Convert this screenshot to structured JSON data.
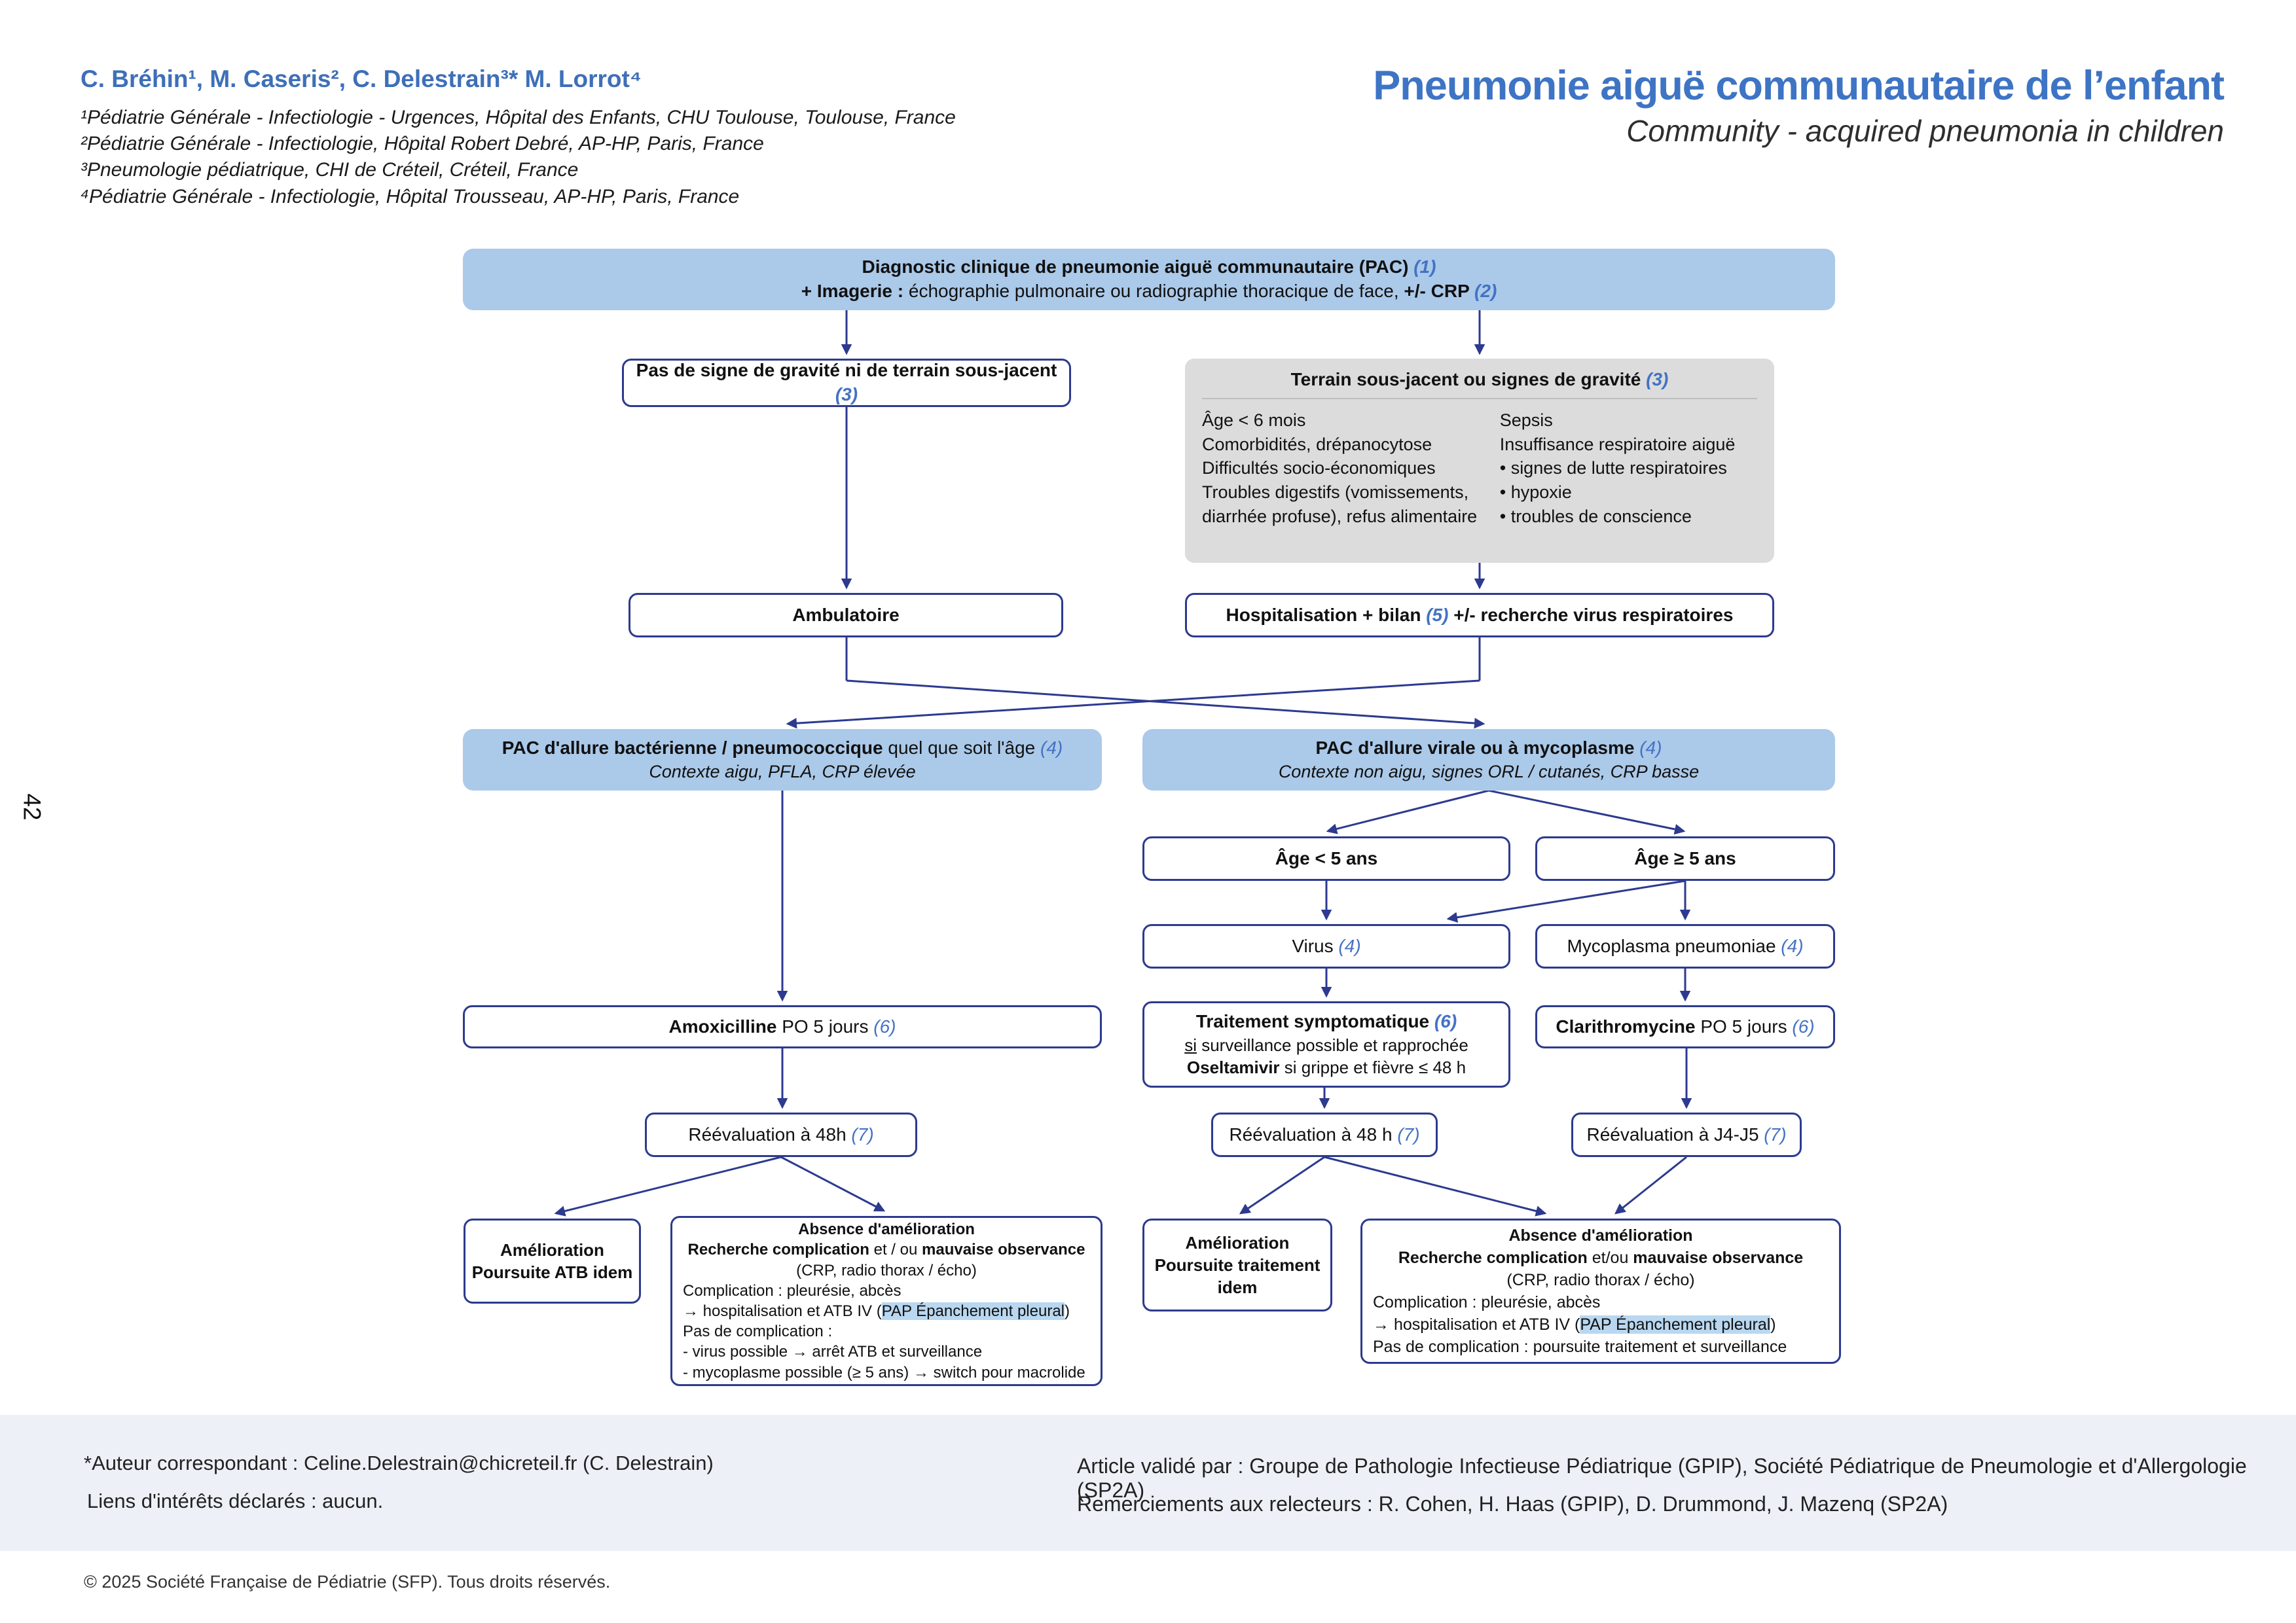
{
  "header": {
    "authors": "C. Bréhin¹, M. Caseris², C. Delestrain³* M. Lorrot⁴",
    "affiliations": [
      "¹Pédiatrie Générale - Infectiologie - Urgences, Hôpital des Enfants, CHU Toulouse, Toulouse, France",
      "²Pédiatrie Générale - Infectiologie, Hôpital Robert Debré, AP-HP, Paris, France",
      "³Pneumologie pédiatrique, CHI de Créteil, Créteil, France",
      "⁴Pédiatrie Générale - Infectiologie, Hôpital Trousseau, AP-HP, Paris, France"
    ],
    "title": "Pneumonie aiguë communautaire de l’enfant",
    "subtitle": "Community - acquired pneumonia in children"
  },
  "page_number": "42",
  "flow": {
    "diagnostic": {
      "l1": "Diagnostic clinique de pneumonie aiguë communautaire (PAC) ",
      "l1_ref": "(1)",
      "l2_b1": "+ Imagerie :",
      "l2_t1": " échographie pulmonaire ou radiographie thoracique de face, ",
      "l2_b2": "+/- CRP ",
      "l2_ref": "(2)"
    },
    "no_severity": {
      "text": "Pas de signe de gravité ni de terrain sous-jacent ",
      "ref": "(3)"
    },
    "severity": {
      "title": "Terrain sous-jacent ou signes de gravité ",
      "ref": "(3)",
      "col1": "Âge < 6 mois\nComorbidités, drépanocytose\nDifficultés socio-économiques\nTroubles digestifs (vomissements,\ndiarrhée profuse), refus alimentaire",
      "col2": "Sepsis\nInsuffisance respiratoire aiguë\n•  signes de lutte respiratoires\n•  hypoxie\n•  troubles de conscience"
    },
    "ambulatory": {
      "text": "Ambulatoire"
    },
    "hospital": {
      "t1": "Hospitalisation + bilan ",
      "ref": "(5)",
      "t2": " +/- recherche virus respiratoires"
    },
    "pac_bact": {
      "b": "PAC d'allure bactérienne / pneumococcique",
      "t": " quel que soit l'âge ",
      "ref": "(4)",
      "sub": "Contexte aigu, PFLA, CRP élevée"
    },
    "pac_viral": {
      "b": "PAC d'allure virale ou à mycoplasme ",
      "ref": "(4)",
      "sub": "Contexte non aigu, signes ORL / cutanés, CRP basse"
    },
    "age_lt5": "Âge < 5 ans",
    "age_ge5": "Âge ≥ 5 ans",
    "virus": {
      "t": "Virus ",
      "ref": "(4)"
    },
    "myco": {
      "t": "Mycoplasma pneumoniae ",
      "ref": "(4)"
    },
    "amox": {
      "b": "Amoxicilline",
      "t": " PO 5 jours ",
      "ref": "(6)"
    },
    "sympto": {
      "b1": "Traitement symptomatique ",
      "ref": "(6)",
      "l2a": "si",
      "l2b": " surveillance possible et rapprochée",
      "l3b": "Oseltamivir",
      "l3": " si grippe et fièvre ≤ 48 h"
    },
    "clari": {
      "b": "Clarithromycine",
      "t": " PO 5 jours ",
      "ref": "(6)"
    },
    "reeval1": {
      "t": "Réévaluation à 48h ",
      "ref": "(7)"
    },
    "reeval2": {
      "t": "Réévaluation à 48 h ",
      "ref": "(7)"
    },
    "reeval3": {
      "t": "Réévaluation à J4-J5 ",
      "ref": "(7)"
    },
    "improve1": {
      "l1": "Amélioration",
      "l2": "Poursuite ATB idem"
    },
    "noimprove1": {
      "l1": "Absence d'amélioration",
      "l2_b1": "Recherche complication",
      "l2_t1": " et / ou ",
      "l2_b2": "mauvaise observance",
      "l3": "(CRP, radio thorax / écho)",
      "l4": "Complication : pleurésie, abcès",
      "l5_t1": "→ hospitalisation et ATB IV (",
      "l5_hl": "PAP Épanchement pleural",
      "l5_t2": ")",
      "l6": "Pas de complication :",
      "l7": "- virus possible → arrêt ATB et surveillance",
      "l8": "- mycoplasme possible (≥ 5 ans) → switch pour macrolide"
    },
    "improve2": {
      "l1": "Amélioration",
      "l2": "Poursuite traitement",
      "l3": "idem"
    },
    "noimprove2": {
      "l1": "Absence d'amélioration",
      "l2_b1": "Recherche complication",
      "l2_t1": " et/ou ",
      "l2_b2": "mauvaise observance",
      "l3": "(CRP, radio thorax / écho)",
      "l4": "Complication : pleurésie, abcès",
      "l5_t1": "→ hospitalisation et ATB IV (",
      "l5_hl": "PAP Épanchement pleural",
      "l5_t2": ")",
      "l6": "Pas de complication : poursuite traitement et surveillance"
    }
  },
  "footer": {
    "correspondent": "*Auteur correspondant : Celine.Delestrain@chicreteil.fr (C. Delestrain)",
    "interests": "Liens d'intérêts déclarés : aucun.",
    "validated": "Article validé par : Groupe de Pathologie Infectieuse Pédiatrique (GPIP), Société Pédiatrique de Pneumologie et d'Allergologie (SP2A)",
    "thanks": "Remerciements aux relecteurs : R. Cohen, H. Haas (GPIP), D. Drummond, J. Mazenq (SP2A)",
    "copyright": "© 2025 Société Française de Pédiatrie (SFP). Tous droits réservés."
  },
  "colors": {
    "accent_blue": "#3e74c4",
    "box_blue": "#abc9e9",
    "navy_border": "#2c3a8f",
    "ref_blue": "#4472c4",
    "gray_box": "#dcdcdc",
    "highlight": "#b9d7f0",
    "footer_band": "#edf1f7"
  }
}
